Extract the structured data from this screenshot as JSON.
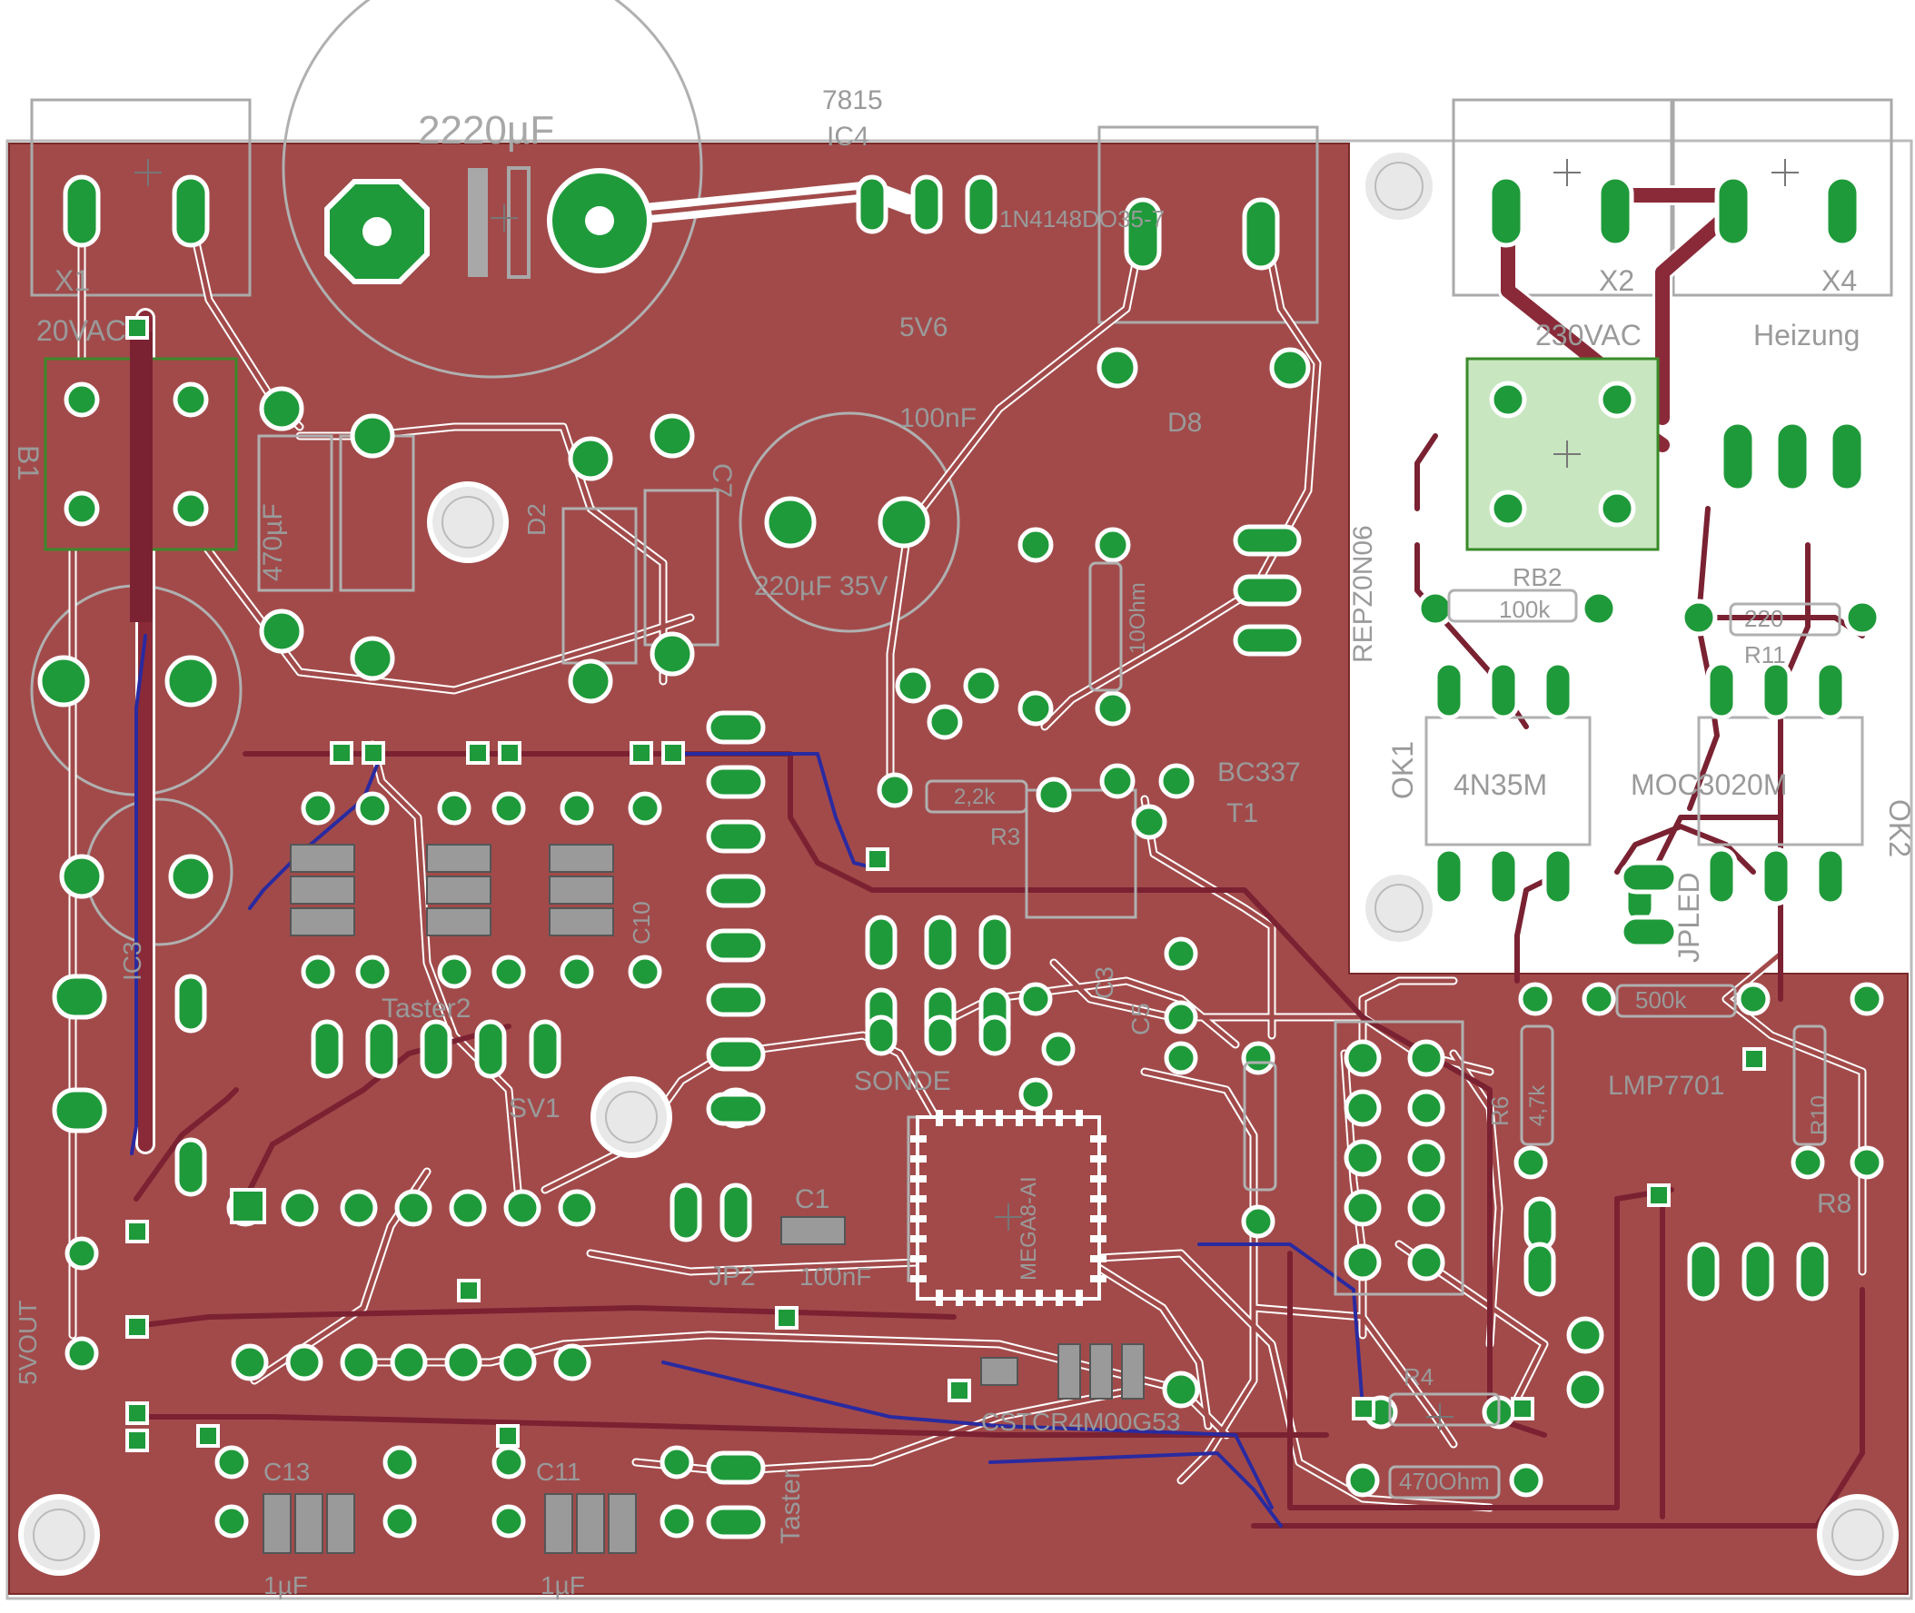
{
  "colors": {
    "board": "#a24a4a",
    "copper_top": "#8a2a38",
    "copper_bottom": "#2a2aa0",
    "pad": "#1f9a3a",
    "trace_outline": "#ffffff",
    "silk": "#9a9a9a",
    "bg": "#ffffff"
  },
  "components": {
    "elko_big": "2220µF",
    "elko_220": "220µF 35V",
    "elko_470": "470µF",
    "regulator": "7815",
    "regulator_ref": "IC4",
    "diode_1n4148": "1N4148DO35-7",
    "diode_d8": "D8",
    "zener": "5V6",
    "c_100n": "100nF",
    "heizung": "Heizung",
    "ac": "230VAC",
    "rb2": "RB2",
    "r_100k": "100k",
    "r_220": "220",
    "r11": "R11",
    "ok1": "OK1",
    "ok1_part": "4N35M",
    "ok2": "OK2",
    "ok2_part": "MOC3020M",
    "relay": "REPZ0N06",
    "bc337": "BC337",
    "t1": "T1",
    "r3": "R3",
    "r_2k2": "2,2k",
    "jpled": "JPLED",
    "r_500k": "500k",
    "r6": "R6",
    "r_4k": "4,7k",
    "lmp": "LMP7701",
    "r8": "R8",
    "r10": "R10",
    "mcu": "MEGA8-AI",
    "c1": "C1",
    "c_100nf2": "100nF",
    "jp2": "JP2",
    "taster": "Taster",
    "taster2": "Taster2",
    "sv1": "SV1",
    "sonde": "SONDE",
    "c10": "C10",
    "c11": "C11",
    "c13": "C13",
    "uf": "1µF",
    "x1": "X1",
    "x2": "X2",
    "x4": "X4",
    "b1": "B1",
    "vac": "20VAC",
    "out5v": "5VOUT",
    "ic3": "IC3",
    "c5": "C5",
    "c3": "C3",
    "r4": "R4",
    "crystal": "CSTCR4M00G53",
    "ohm": "470Ohm",
    "ohm10": "10Ohm",
    "c7": "C7",
    "d2": "D2"
  }
}
